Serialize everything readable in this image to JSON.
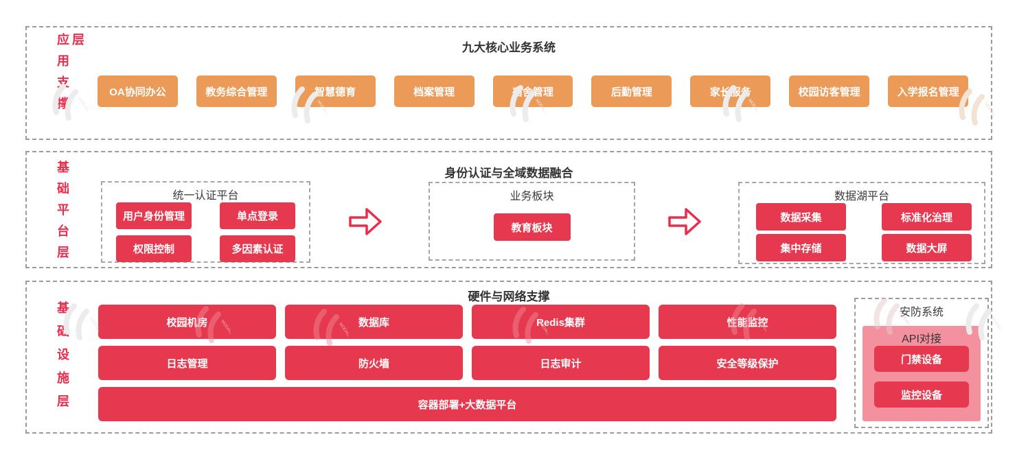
{
  "watermark": {
    "text": "MODAO.CC"
  },
  "colors": {
    "red": "#e6394f",
    "label_red": "#ed2c4c",
    "orange": "#eb9a58",
    "pink_panel": "#f4919e",
    "title_text": "#333333",
    "dash_border": "#9b9b9b"
  },
  "layers": {
    "app": {
      "label": "应用支撑层",
      "title": "九大核心业务系统",
      "boxes": [
        "OA协同办公",
        "教务综合管理",
        "智慧德育",
        "档案管理",
        "宿舍管理",
        "后勤管理",
        "家长服务",
        "校园访客管理",
        "入学报名管理"
      ]
    },
    "platform": {
      "label": "基础平台层",
      "title": "身份认证与全域数据融合",
      "auth": {
        "title": "统一认证平台",
        "boxes": [
          "用户身份管理",
          "单点登录",
          "权限控制",
          "多因素认证"
        ]
      },
      "business": {
        "title": "业务板块",
        "boxes": [
          "教育板块"
        ]
      },
      "datalake": {
        "title": "数据湖平台",
        "boxes": [
          "数据采集",
          "标准化治理",
          "集中存储",
          "数据大屏"
        ]
      }
    },
    "infra": {
      "label": "基础设施层",
      "title": "硬件与网络支撑",
      "grid": [
        "校园机房",
        "数据库",
        "Redis集群",
        "性能监控",
        "日志管理",
        "防火墙",
        "日志审计",
        "安全等级保护"
      ],
      "wide": "容器部署+大数据平台",
      "security": {
        "title": "安防系统",
        "panel": "API对接",
        "boxes": [
          "门禁设备",
          "监控设备"
        ]
      }
    }
  }
}
